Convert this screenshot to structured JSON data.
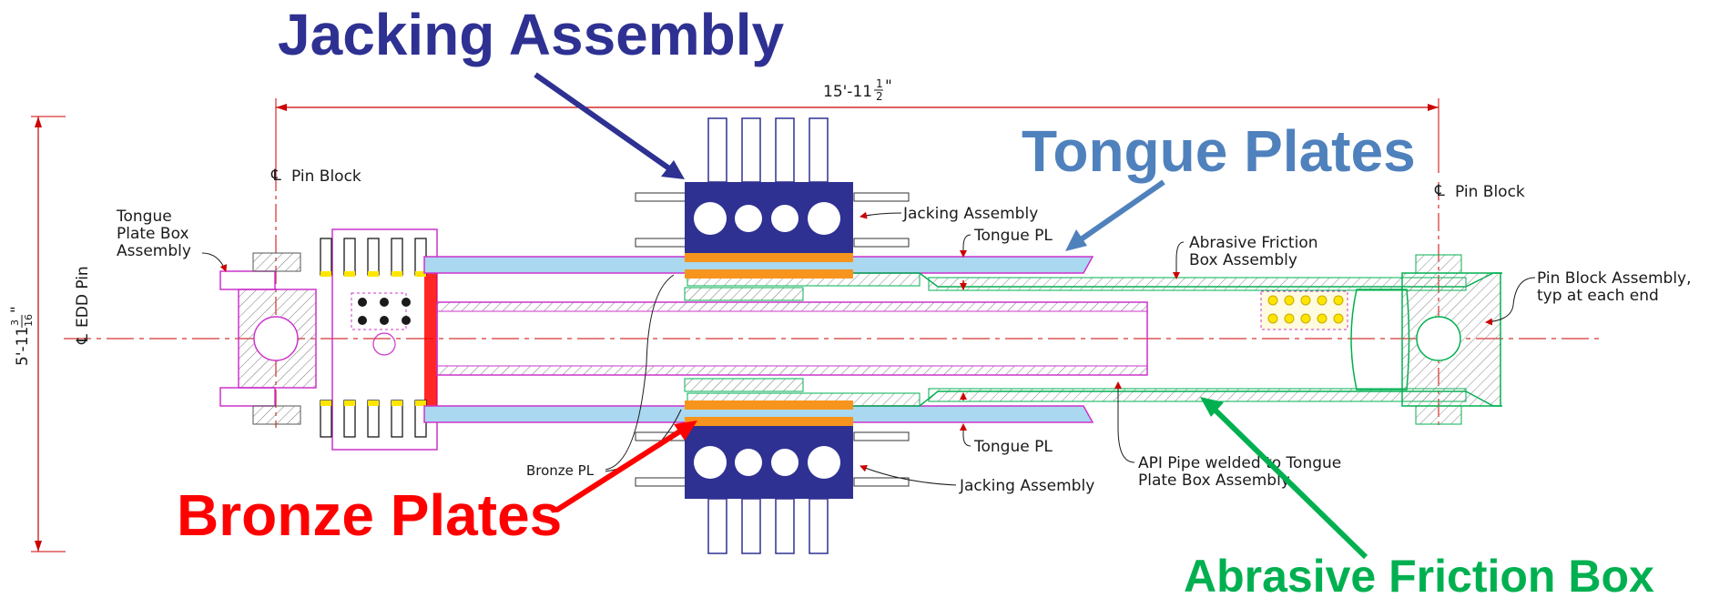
{
  "callouts": {
    "jacking": "Jacking Assembly",
    "tongue": "Tongue Plates",
    "bronze": "Bronze Plates",
    "abrasive": "Abrasive Friction Box"
  },
  "dimensions": {
    "overall_length": "15'-11",
    "overall_length_frac_num": "1",
    "overall_length_frac_den": "2",
    "overall_length_inch": "\"",
    "height": "5'-11",
    "height_frac_num": "3",
    "height_frac_den": "16",
    "height_inch": "\""
  },
  "labels": {
    "pin_block_left": "Pin Block",
    "pin_block_right": "Pin Block",
    "centerline_symbol": "℄",
    "edd_pin": "EDD Pin",
    "tongue_box_1": "Tongue",
    "tongue_box_2": "Plate Box",
    "tongue_box_3": "Assembly",
    "jacking_top": "Jacking Assembly",
    "jacking_bottom": "Jacking Assembly",
    "tongue_pl_top": "Tongue PL",
    "tongue_pl_bottom": "Tongue PL",
    "abrasive_1": "Abrasive Friction",
    "abrasive_2": "Box Assembly",
    "pin_block_asm_1": "Pin Block Assembly,",
    "pin_block_asm_2": "typ at each end",
    "bronze_pl": "Bronze PL",
    "api_1": "API Pipe welded to Tongue",
    "api_2": "Plate Box Assembly"
  },
  "colors": {
    "jacking": "#2e3192",
    "tongue": "#4f81bd",
    "bronze": "#ff0000",
    "abrasive": "#00b050",
    "magenta": "#cc33cc",
    "plate_fill": "#a9d8f0",
    "orange": "#f7941d",
    "dim_red": "#cc0000"
  }
}
